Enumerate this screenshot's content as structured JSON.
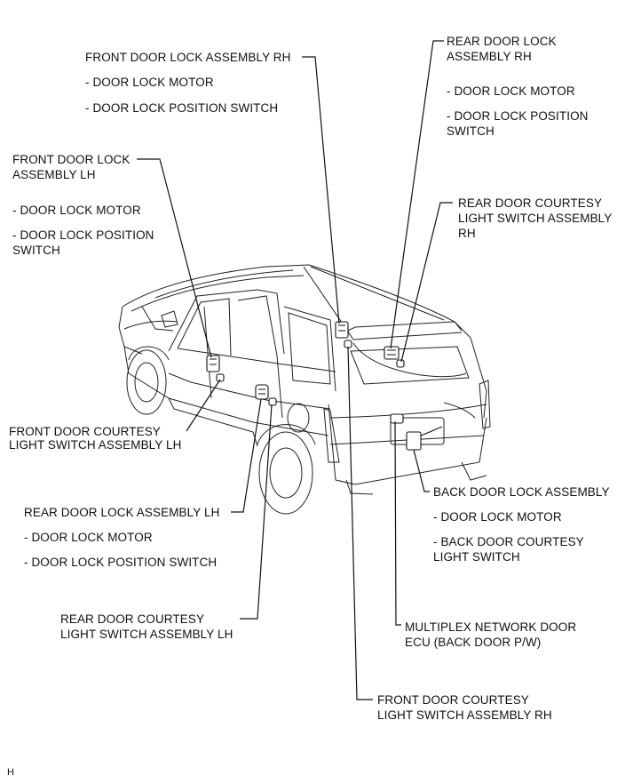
{
  "labels": {
    "front_rh": "FRONT DOOR LOCK ASSEMBLY RH",
    "front_rh_item1": "- DOOR LOCK MOTOR",
    "front_rh_item2": "- DOOR LOCK POSITION SWITCH",
    "rear_rh_1": "REAR DOOR LOCK",
    "rear_rh_2": "ASSEMBLY RH",
    "rear_rh_item1": "- DOOR LOCK MOTOR",
    "rear_rh_item2a": "- DOOR LOCK POSITION",
    "rear_rh_item2b": "SWITCH",
    "front_lh_1": "FRONT DOOR LOCK",
    "front_lh_2": "ASSEMBLY LH",
    "front_lh_item1": "- DOOR LOCK MOTOR",
    "front_lh_item2a": "- DOOR LOCK POSITION",
    "front_lh_item2b": "SWITCH",
    "rear_court_rh_1": "REAR DOOR COURTESY",
    "rear_court_rh_2": "LIGHT SWITCH ASSEMBLY",
    "rear_court_rh_3": "RH",
    "front_court_lh_1": "FRONT DOOR COURTESY",
    "front_court_lh_2": "LIGHT SWITCH ASSEMBLY LH",
    "back_door": "BACK DOOR LOCK ASSEMBLY",
    "back_door_item1": "- DOOR LOCK MOTOR",
    "back_door_item2a": "- BACK DOOR COURTESY",
    "back_door_item2b": "LIGHT SWITCH",
    "rear_lh": "REAR DOOR LOCK ASSEMBLY LH",
    "rear_lh_item1": "- DOOR LOCK MOTOR",
    "rear_lh_item2": "- DOOR LOCK POSITION SWITCH",
    "rear_court_lh_1": "REAR DOOR COURTESY",
    "rear_court_lh_2": "LIGHT SWITCH ASSEMBLY LH",
    "ecu_1": "MULTIPLEX NETWORK DOOR",
    "ecu_2": "ECU (BACK DOOR P/W)",
    "front_court_rh_1": "FRONT DOOR COURTESY",
    "front_court_rh_2": "LIGHT SWITCH ASSEMBLY RH",
    "corner": "H"
  }
}
